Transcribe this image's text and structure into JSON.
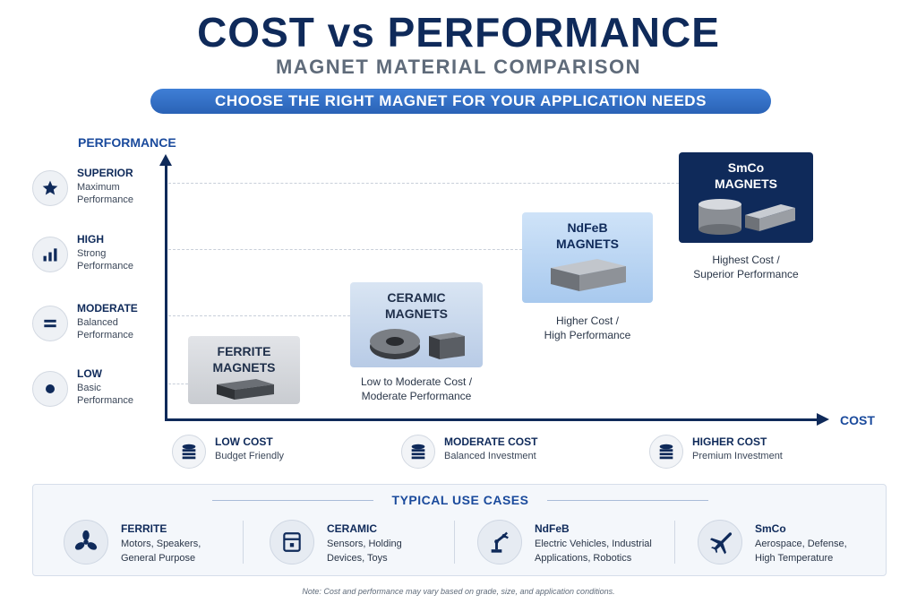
{
  "header": {
    "title": "COST vs PERFORMANCE",
    "subtitle": "MAGNET MATERIAL COMPARISON",
    "banner": "CHOOSE THE RIGHT MAGNET FOR YOUR APPLICATION NEEDS"
  },
  "axes": {
    "y_title": "PERFORMANCE",
    "x_title": "COST"
  },
  "levels": [
    {
      "name": "SUPERIOR",
      "desc_line1": "Maximum",
      "desc_line2": "Performance",
      "icon": "star-icon"
    },
    {
      "name": "HIGH",
      "desc_line1": "Strong",
      "desc_line2": "Performance",
      "icon": "bar-chart-icon"
    },
    {
      "name": "MODERATE",
      "desc_line1": "Balanced",
      "desc_line2": "Performance",
      "icon": "equals-icon"
    },
    {
      "name": "LOW",
      "desc_line1": "Basic",
      "desc_line2": "Performance",
      "icon": "dot-icon"
    }
  ],
  "magnets": [
    {
      "name_line1": "FERRITE",
      "name_line2": "MAGNETS",
      "label_line1": "",
      "label_line2": ""
    },
    {
      "name_line1": "CERAMIC",
      "name_line2": "MAGNETS",
      "label_line1": "Low to Moderate Cost /",
      "label_line2": "Moderate Performance"
    },
    {
      "name_line1": "NdFeB",
      "name_line2": "MAGNETS",
      "label_line1": "Higher Cost /",
      "label_line2": "High Performance"
    },
    {
      "name_line1": "SmCo",
      "name_line2": "MAGNETS",
      "label_line1": "Highest Cost /",
      "label_line2": "Superior Performance"
    }
  ],
  "cost_levels": [
    {
      "name": "LOW COST",
      "desc": "Budget Friendly",
      "icon": "coin-stack-icon"
    },
    {
      "name": "MODERATE COST",
      "desc": "Balanced Investment",
      "icon": "coin-stack-icon"
    },
    {
      "name": "HIGHER COST",
      "desc": "Premium Investment",
      "icon": "coin-stack-icon"
    }
  ],
  "use_cases": {
    "title": "TYPICAL USE CASES",
    "items": [
      {
        "name": "FERRITE",
        "desc_line1": "Motors, Speakers,",
        "desc_line2": "General Purpose",
        "icon": "fan-icon"
      },
      {
        "name": "CERAMIC",
        "desc_line1": "Sensors, Holding",
        "desc_line2": "Devices, Toys",
        "icon": "sensor-device-icon"
      },
      {
        "name": "NdFeB",
        "desc_line1": "Electric Vehicles, Industrial",
        "desc_line2": "Applications, Robotics",
        "icon": "robot-arm-icon"
      },
      {
        "name": "SmCo",
        "desc_line1": "Aerospace, Defense,",
        "desc_line2": "High Temperature",
        "icon": "airplane-icon"
      }
    ]
  },
  "note": "Note: Cost and performance may vary based on grade, size, and application conditions.",
  "colors": {
    "navy": "#0f2a5a",
    "accent_blue": "#1a4a9c",
    "banner_blue": "#2a62b6",
    "gray_text": "#5f6b7a"
  }
}
